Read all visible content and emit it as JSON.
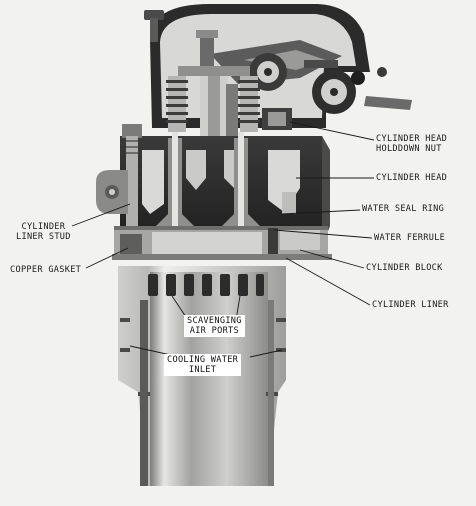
{
  "diagram": {
    "labels": {
      "cylinder_head_holddown_nut": "CYLINDER HEAD\nHOLDDOWN NUT",
      "cylinder_head": "CYLINDER HEAD",
      "water_seal_ring": "WATER SEAL RING",
      "water_ferrule": "WATER FERRULE",
      "cylinder_block": "CYLINDER BLOCK",
      "cylinder_liner": "CYLINDER LINER",
      "cylinder_liner_stud": "CYLINDER\nLINER STUD",
      "copper_gasket": "COPPER GASKET",
      "scavenging_air_ports": "SCAVENGING\nAIR PORTS",
      "cooling_water_inlet": "COOLING WATER\nINLET"
    },
    "colors": {
      "paper": "#f2f2f0",
      "ink": "#1a1a1a",
      "dark_metal": "#2a2a2a",
      "mid_metal": "#8a8a8a",
      "light_metal": "#d6d6d4"
    }
  }
}
